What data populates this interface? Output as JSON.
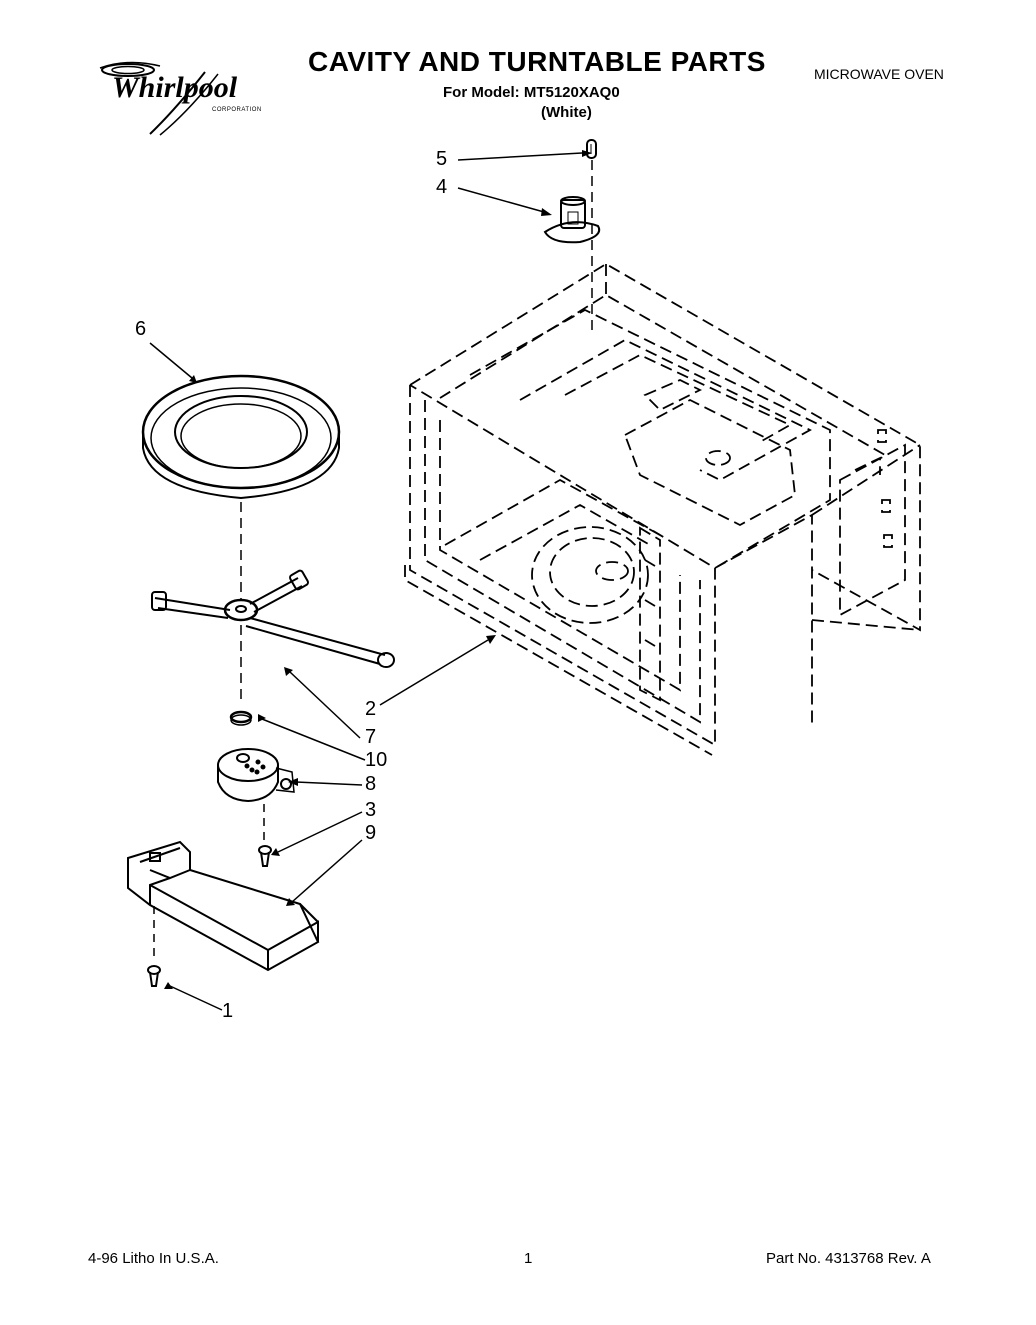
{
  "header": {
    "title": "CAVITY AND TURNTABLE PARTS",
    "model_line": "For Model: MT5120XAQ0",
    "color_line": "(White)",
    "product_type": "MICROWAVE OVEN"
  },
  "brand": {
    "name": "Whirlpool",
    "corporation": "CORPORATION"
  },
  "callouts": [
    "5",
    "4",
    "6",
    "2",
    "7",
    "10",
    "8",
    "3",
    "9",
    "1"
  ],
  "footer": {
    "litho": "4-96 Litho In U.S.A.",
    "page_number": "1",
    "part_number": "Part No. 4313768 Rev. A"
  }
}
